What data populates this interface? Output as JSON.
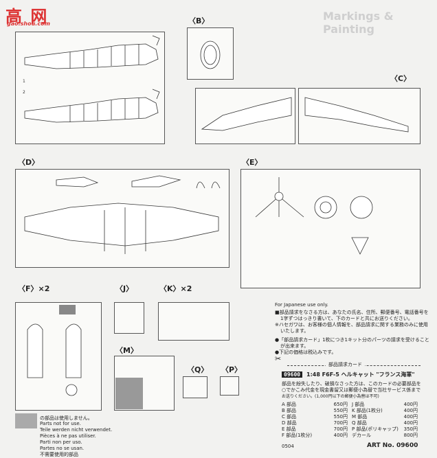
{
  "watermark": {
    "logo_text": "高 网",
    "url": "gao.shou.com"
  },
  "header": {
    "faded_title": "Markings & Painting"
  },
  "sections": {
    "B": "〈B〉",
    "C": "〈C〉",
    "D": "〈D〉",
    "E": "〈E〉",
    "F": "〈F〉×2",
    "J": "〈J〉",
    "K": "〈K〉×2",
    "M": "〈M〉",
    "Q": "〈Q〉",
    "P": "〈P〉"
  },
  "fuselage_numbers": [
    "1",
    "2"
  ],
  "grey_legend": {
    "title": "の部品は使用しません。",
    "lines": [
      "Parts not for use.",
      "Teile werden nicht verwendet.",
      "Pièces à ne pas utiliser.",
      "Parti non per uso.",
      "Partes no se usan.",
      "不需要使用的部品"
    ]
  },
  "order_card": {
    "japanese_use_only": "For Japanese use only.",
    "note_lines": [
      "■部品請求をなさる方は、あなたの氏名、住所、郵便番号、電話番号を",
      "1字ずつはっきり書いて、下のカードと共にお送りください。",
      "※ハセガワは、お客様の個人情報を、部品請求に関する業務のみに使用",
      "いたします。",
      "●「部品請求カード」1枚につき1キット分のパーツの請求を受けること",
      "が出来ます。",
      "●下記の価格は税込みです。"
    ],
    "card_title": "部品請求カード",
    "kit_code": "09600",
    "kit_title": "1:48 F6F-5 ヘルキャット \"フランス海軍\"",
    "card_text": [
      "部品を紛失したり、破損なさった方は、このカードの必要部品を",
      "○でかこみ代金を現金書留又は郵便小為替で当社サービス係まで",
      "お送りください。(1,000円以下の郵便小為替は不可)"
    ],
    "prices_left": [
      {
        "part": "A 部品",
        "price": "650円"
      },
      {
        "part": "B 部品",
        "price": "550円"
      },
      {
        "part": "C 部品",
        "price": "550円"
      },
      {
        "part": "D 部品",
        "price": "700円"
      },
      {
        "part": "E 部品",
        "price": "700円"
      },
      {
        "part": "F 部品(1枚分)",
        "price": "400円"
      }
    ],
    "prices_right": [
      {
        "part": "J 部品",
        "price": "400円"
      },
      {
        "part": "K 部品(1枚分)",
        "price": "400円"
      },
      {
        "part": "M 部品",
        "price": "400円"
      },
      {
        "part": "Q 部品",
        "price": "400円"
      },
      {
        "part": "P 部品(ポリキャップ)",
        "price": "350円"
      },
      {
        "part": "デカール",
        "price": "800円"
      }
    ],
    "footer_code": "0504",
    "art_no": "ART No. 09600"
  }
}
